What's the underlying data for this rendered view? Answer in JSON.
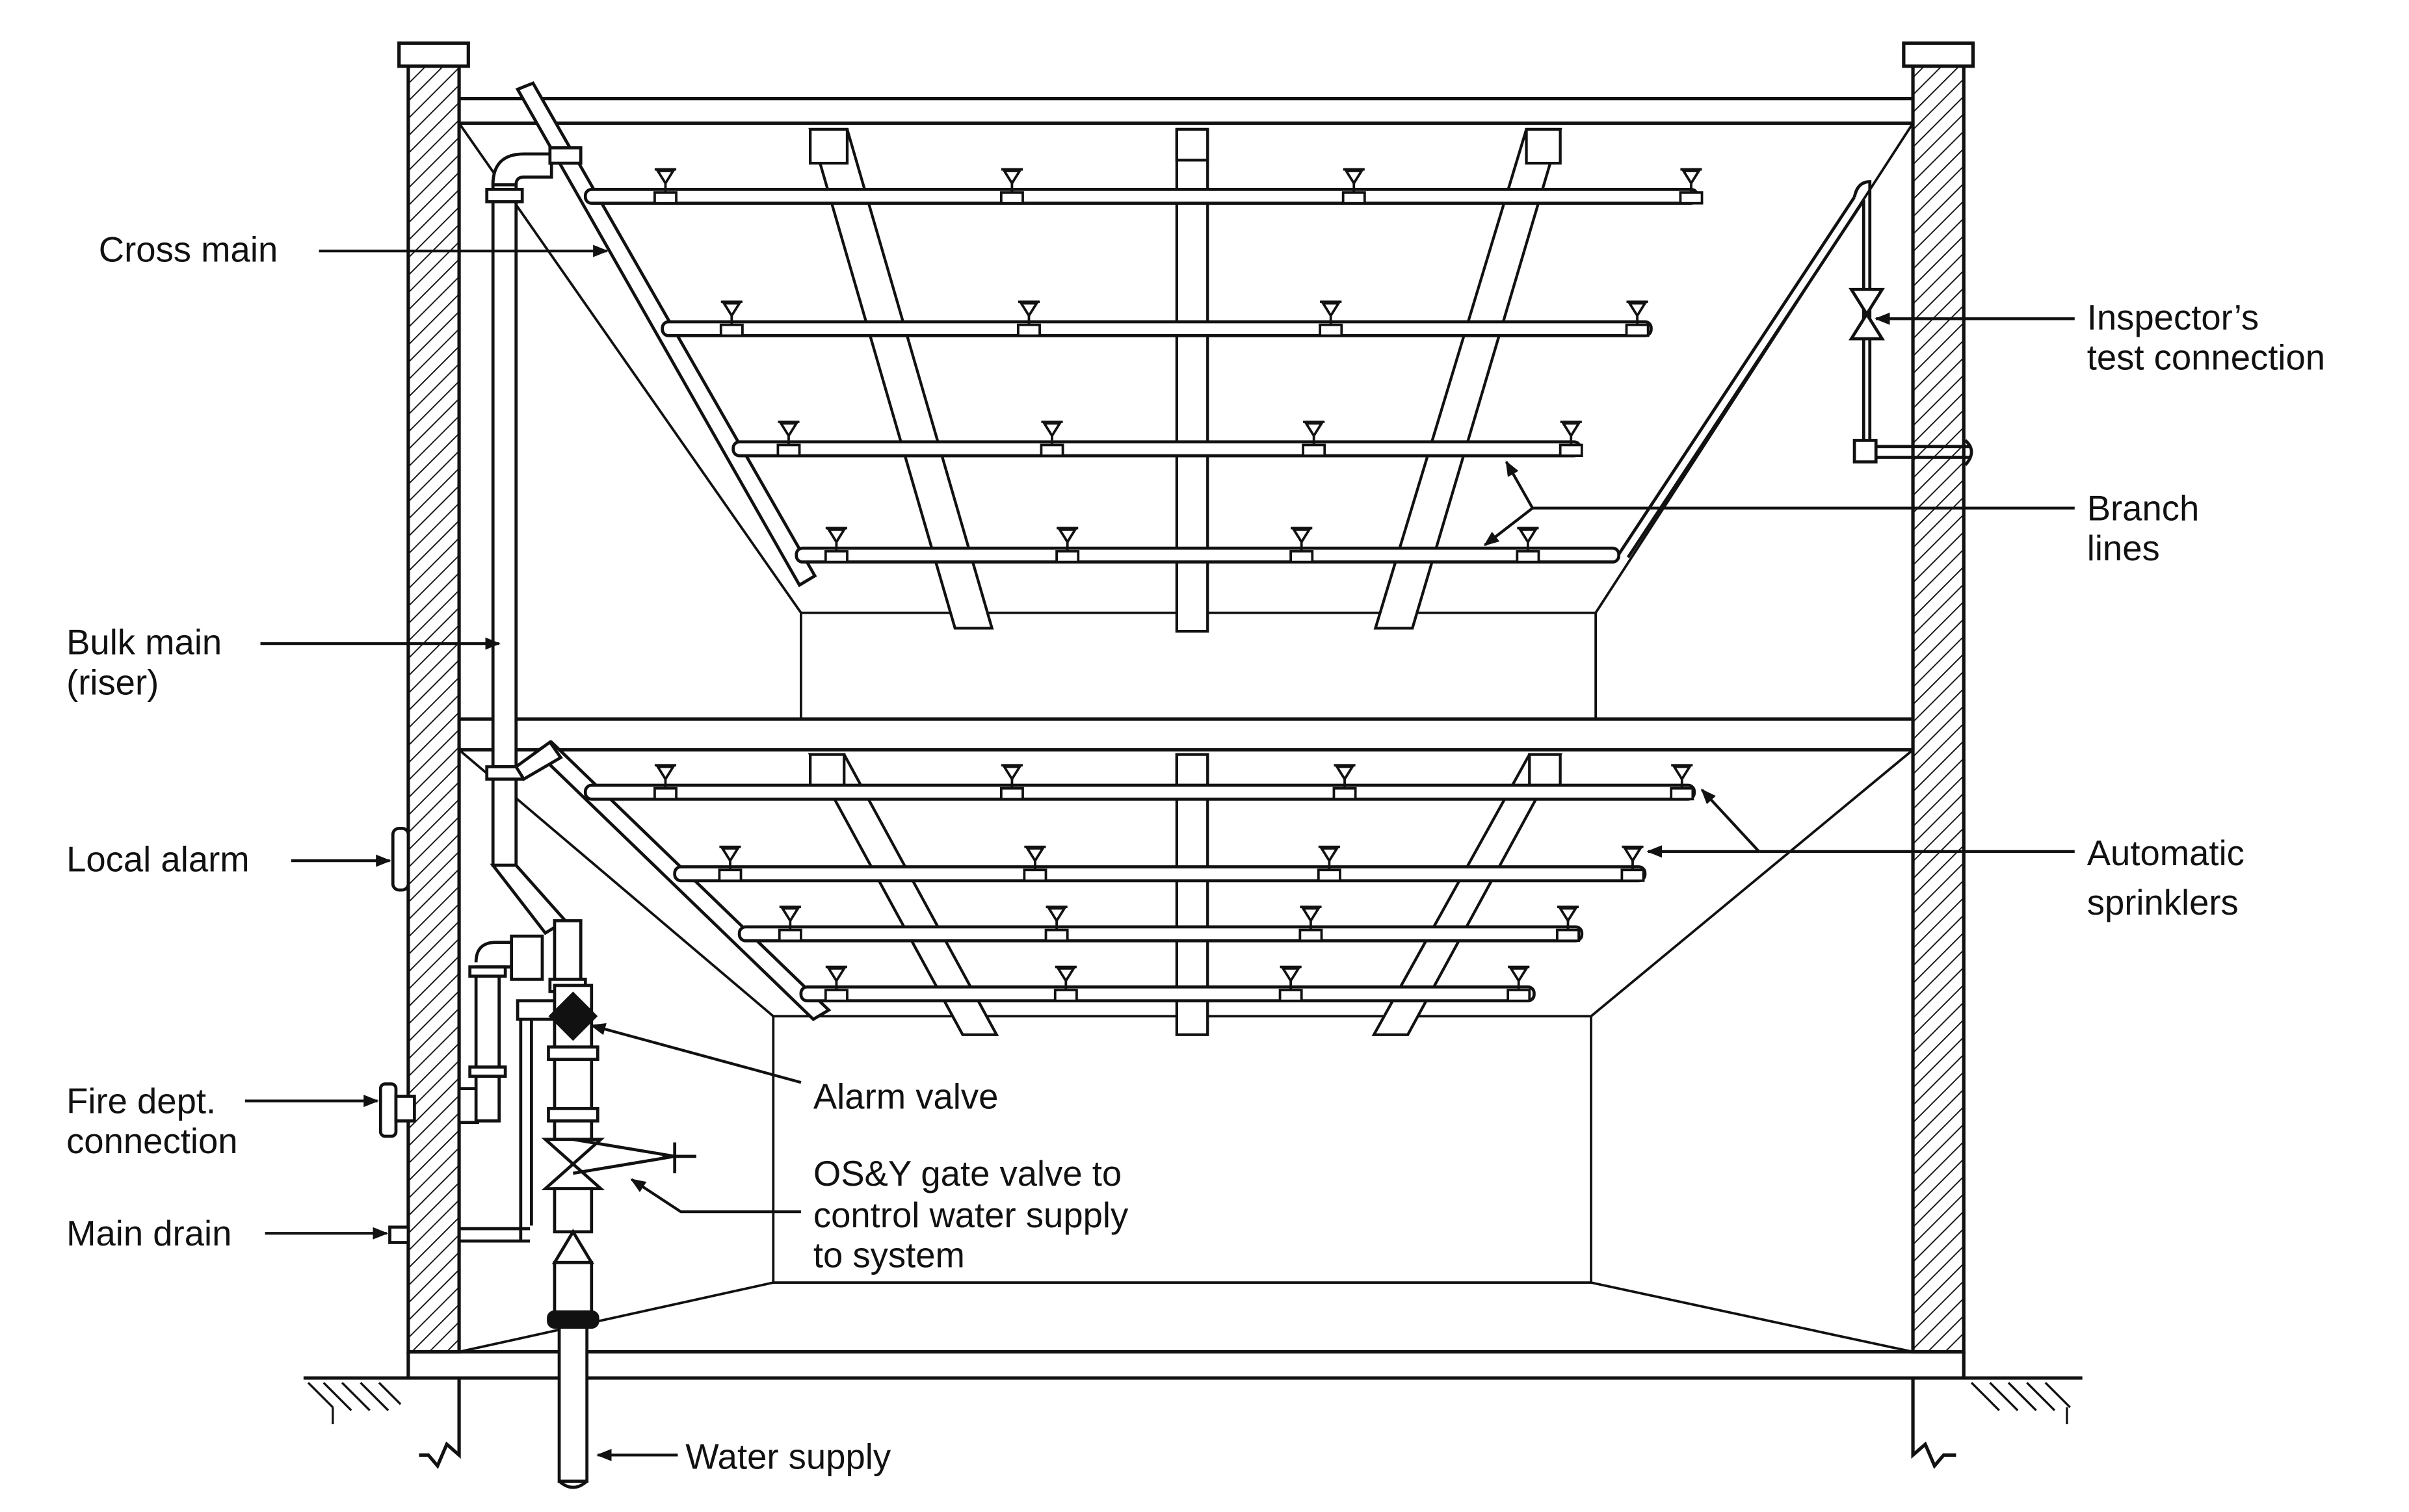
{
  "labels": {
    "cross_main": "Cross main",
    "bulk_main_1": "Bulk main",
    "bulk_main_2": "(riser)",
    "local_alarm": "Local alarm",
    "fire_dept_1": "Fire dept.",
    "fire_dept_2": "connection",
    "main_drain": "Main drain",
    "water_supply": "Water supply",
    "alarm_valve": "Alarm valve",
    "osy_1": "OS&Y gate valve to",
    "osy_2": "control water supply",
    "osy_3": "to system",
    "inspector_1": "Inspector’s",
    "inspector_2": "test connection",
    "branch_1": "Branch",
    "branch_2": "lines",
    "sprinklers_1": "Automatic",
    "sprinklers_2": "sprinklers"
  },
  "colors": {
    "ink": "#111111",
    "paper": "#ffffff"
  }
}
